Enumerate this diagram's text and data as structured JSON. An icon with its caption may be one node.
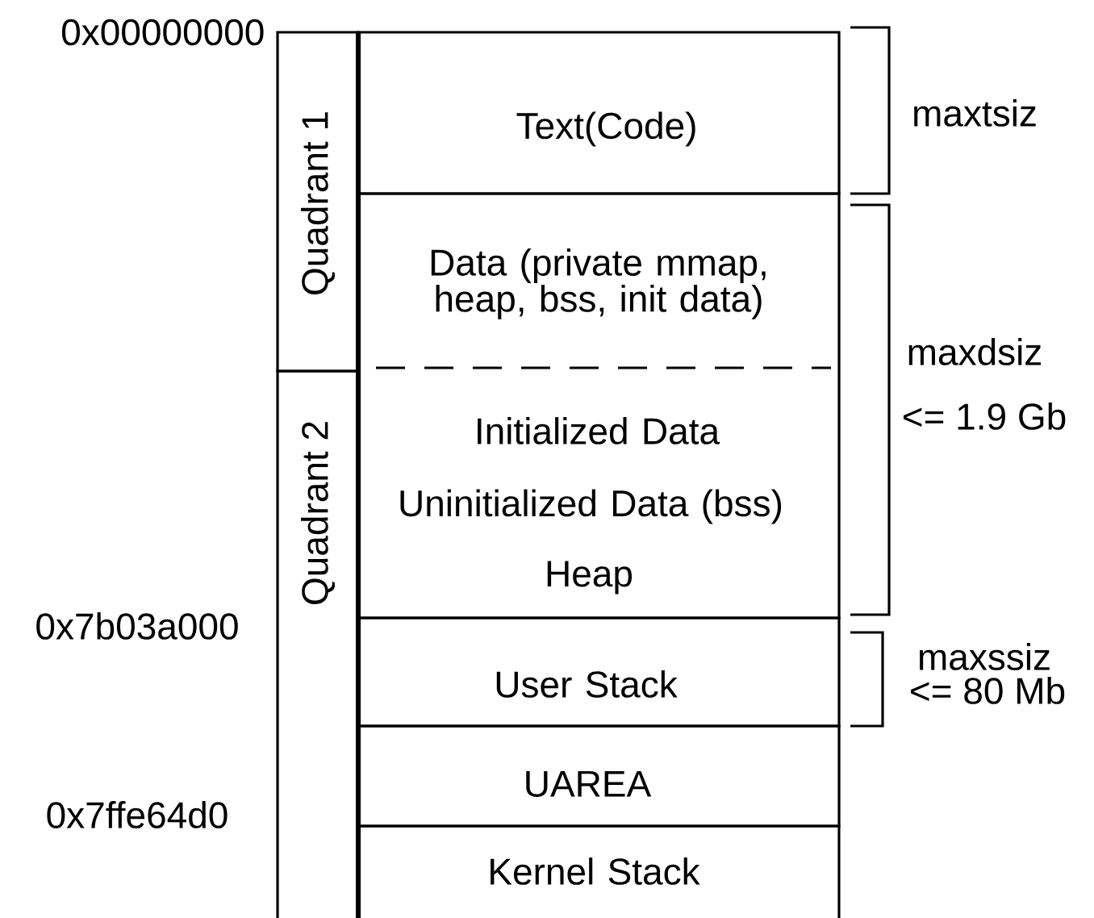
{
  "diagram": {
    "nodes": [
      {
        "text": [
          "Quadrant  1"
        ]
      },
      {
        "text": [
          "Quadrant  2"
        ]
      },
      {
        "text": [
          "Text(Code)"
        ]
      },
      {
        "text": [
          "Data (private mmap, heap, bss, init data)",
          "Initialized Data",
          "Uninitialized Data (bss)",
          "Heap"
        ]
      },
      {
        "text": [
          "User Stack"
        ]
      },
      {
        "text": [
          "UAREA"
        ]
      },
      {
        "text": [
          "Kernel Stack"
        ]
      }
    ],
    "edges": [],
    "labels": [
      "0x00000000",
      "maxtsiz",
      "maxdsiz",
      "<= 1.9 Gb",
      "0x7b03a000",
      "maxssiz",
      "<= 80 Mb",
      "0x7ffe64d0"
    ]
  }
}
